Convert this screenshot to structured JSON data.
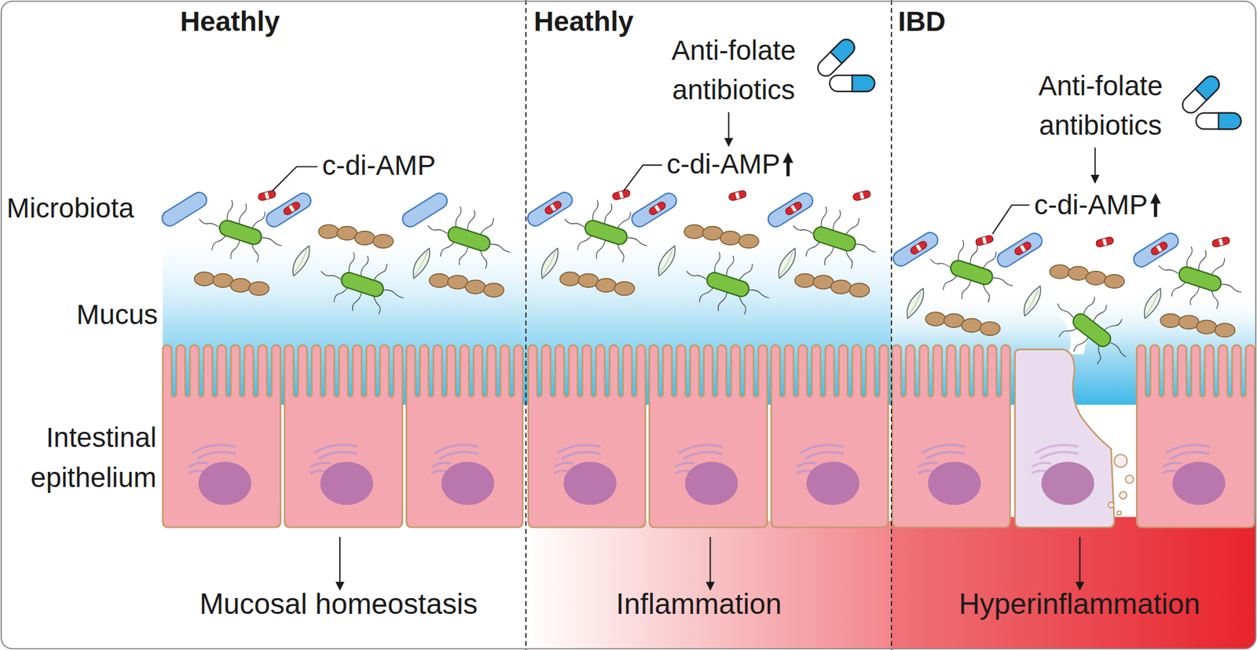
{
  "diagram": {
    "labels": [
      "Heathly",
      "Heathly",
      "IBD",
      "Anti-folate antibiotics",
      "Anti-folate antibiotics",
      "c-di-AMP",
      "c-di-AMP",
      "c-di-AMP",
      "Microbiota",
      "Mucus",
      "Intestinal epithelium",
      "Mucosal homeostasis",
      "Inflammation",
      "Hyperinflammation"
    ]
  }
}
